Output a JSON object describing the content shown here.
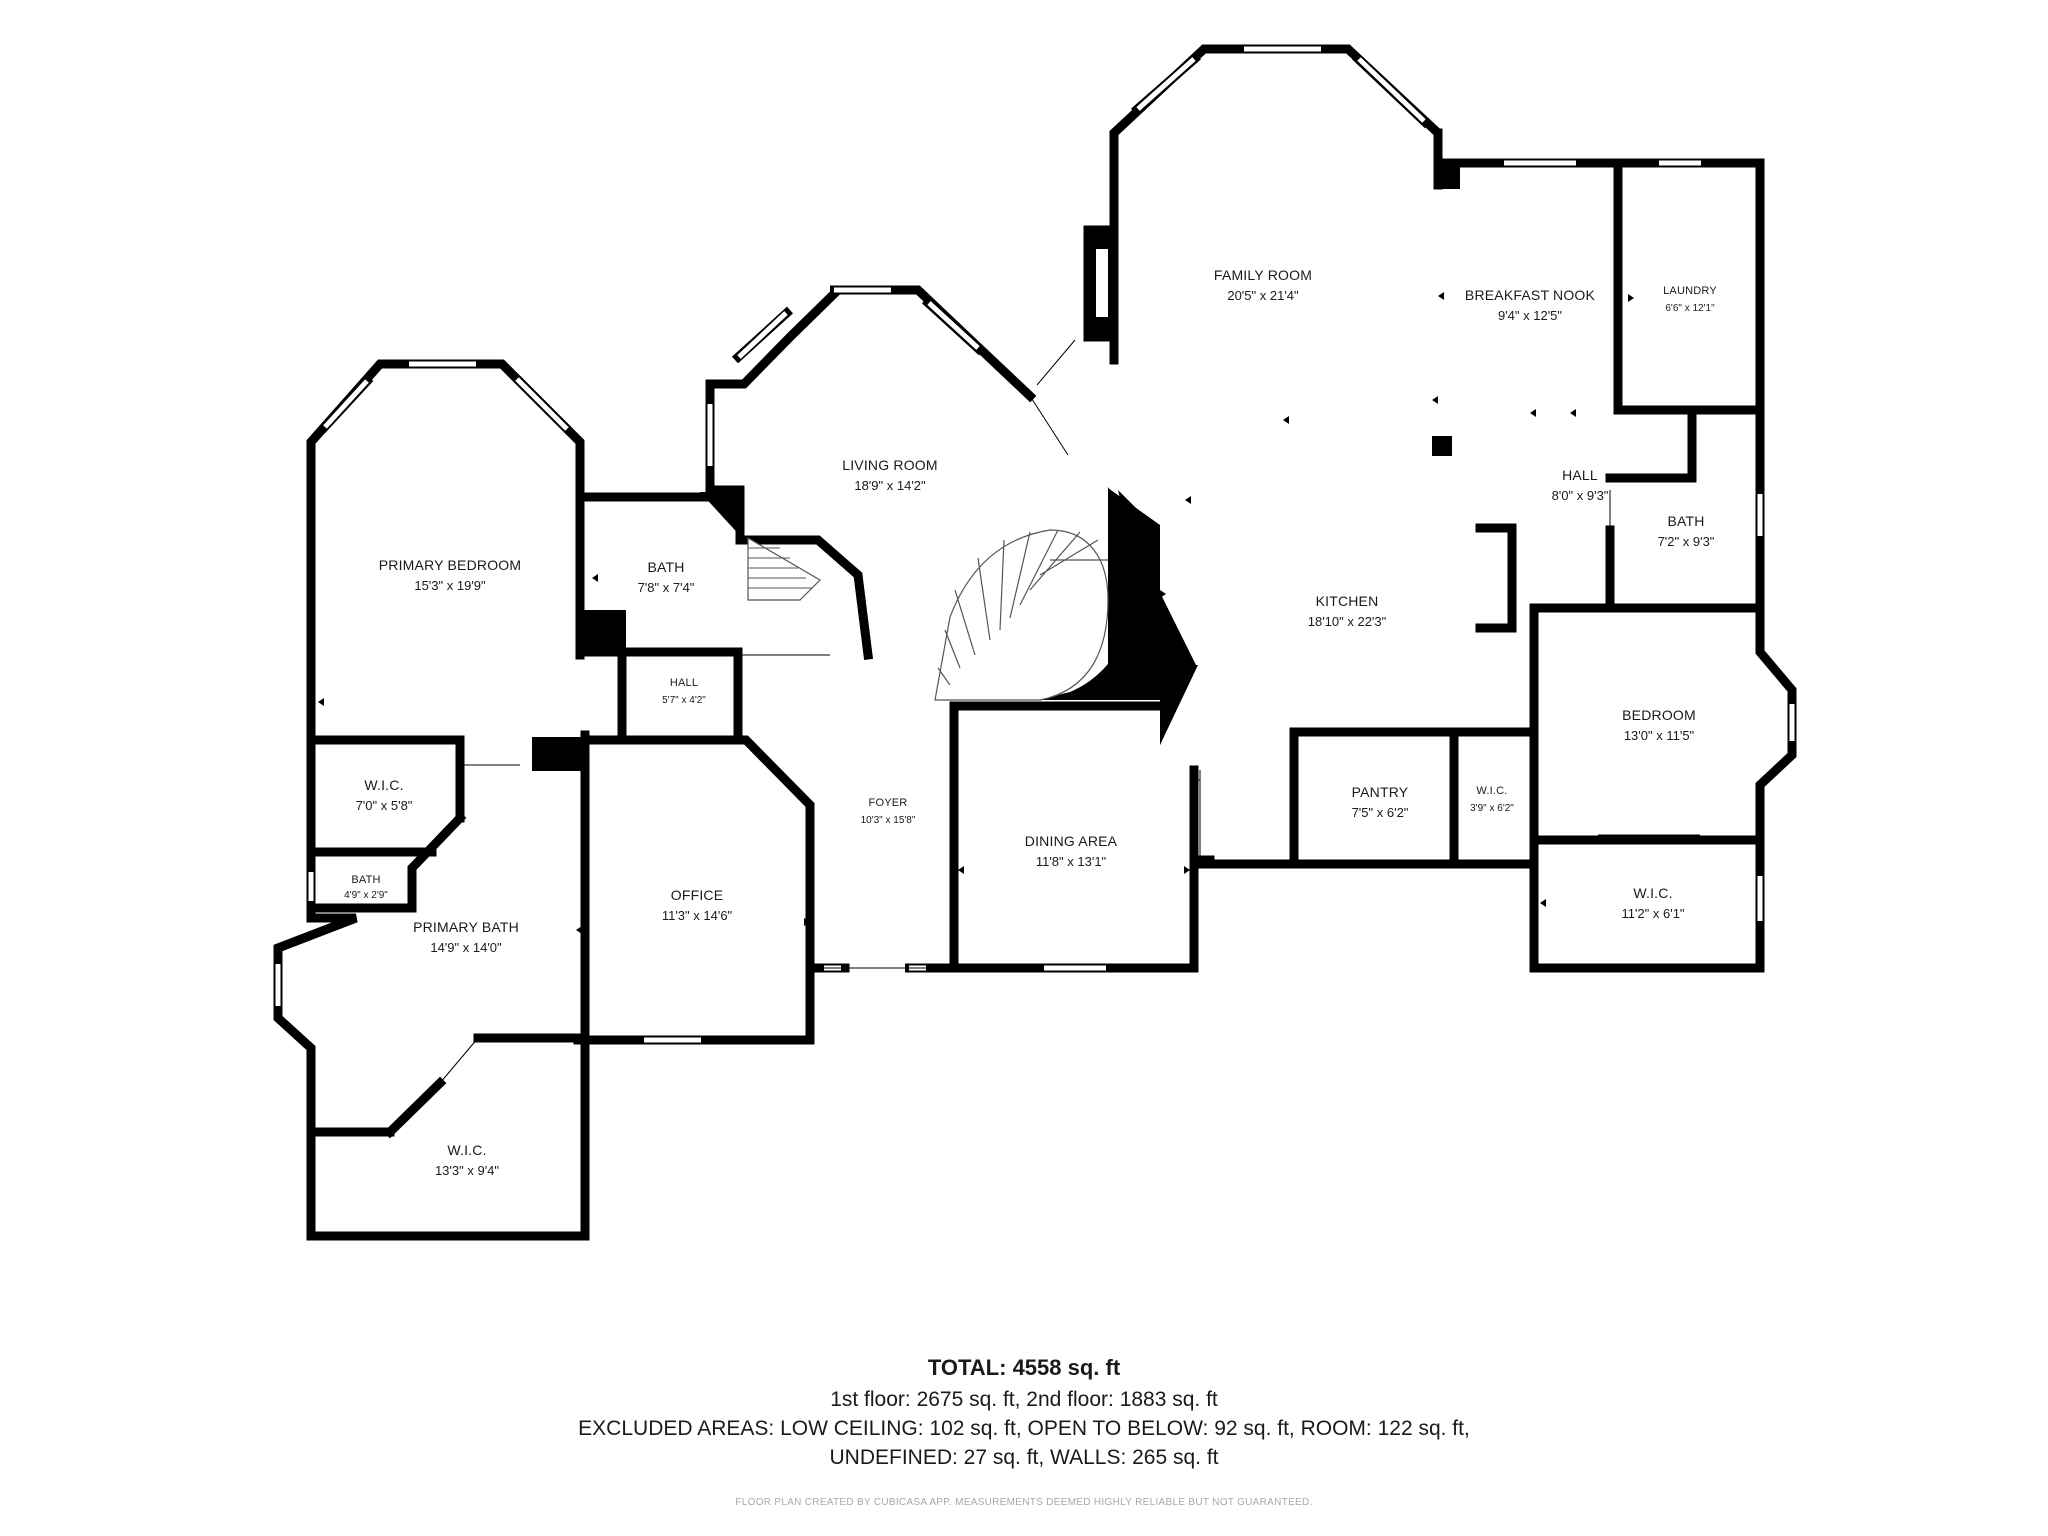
{
  "rooms": [
    {
      "name": "FAMILY ROOM",
      "dims": "20'5\" x 21'4\""
    },
    {
      "name": "BREAKFAST NOOK",
      "dims": "9'4\" x 12'5\""
    },
    {
      "name": "LAUNDRY",
      "dims": "6'6\" x 12'1\""
    },
    {
      "name": "LIVING ROOM",
      "dims": "18'9\" x 14'2\""
    },
    {
      "name": "HALL",
      "dims": "8'0\" x 9'3\""
    },
    {
      "name": "BATH",
      "dims": "7'2\" x 9'3\""
    },
    {
      "name": "PRIMARY BEDROOM",
      "dims": "15'3\" x 19'9\""
    },
    {
      "name": "BATH",
      "dims": "7'8\" x 7'4\""
    },
    {
      "name": "KITCHEN",
      "dims": "18'10\" x 22'3\""
    },
    {
      "name": "HALL",
      "dims": "5'7\" x 4'2\""
    },
    {
      "name": "BEDROOM",
      "dims": "13'0\" x 11'5\""
    },
    {
      "name": "W.I.C.",
      "dims": "7'0\" x 5'8\""
    },
    {
      "name": "FOYER",
      "dims": "10'3\" x 15'8\""
    },
    {
      "name": "PANTRY",
      "dims": "7'5\" x 6'2\""
    },
    {
      "name": "W.I.C.",
      "dims": "3'9\" x 6'2\""
    },
    {
      "name": "DINING AREA",
      "dims": "11'8\" x 13'1\""
    },
    {
      "name": "BATH",
      "dims": "4'9\" x 2'9\""
    },
    {
      "name": "OFFICE",
      "dims": "11'3\" x 14'6\""
    },
    {
      "name": "W.I.C.",
      "dims": "11'2\" x 6'1\""
    },
    {
      "name": "PRIMARY BATH",
      "dims": "14'9\" x 14'0\""
    },
    {
      "name": "W.I.C.",
      "dims": "13'3\" x 9'4\""
    }
  ],
  "summary": {
    "total_label": "TOTAL:",
    "total_value": "4558 sq. ft",
    "floors": "1st floor: 2675 sq. ft, 2nd floor: 1883 sq. ft",
    "excluded_1": "EXCLUDED AREAS: LOW CEILING: 102 sq. ft, OPEN TO BELOW: 92 sq. ft, ROOM: 122 sq. ft,",
    "excluded_2": "UNDEFINED: 27 sq. ft, WALLS: 265 sq. ft"
  },
  "credit": "FLOOR PLAN CREATED BY CUBICASA APP. MEASUREMENTS DEEMED HIGHLY RELIABLE BUT NOT GUARANTEED."
}
